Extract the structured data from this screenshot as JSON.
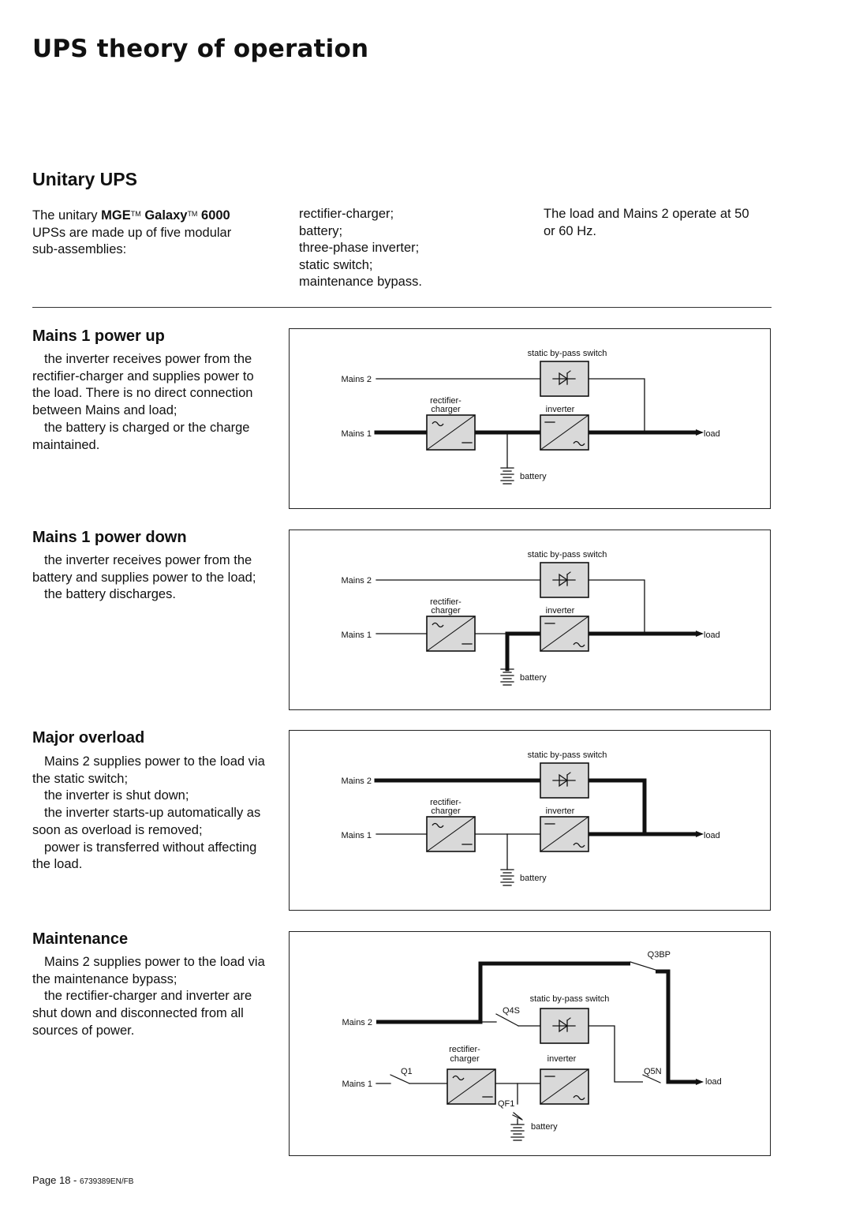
{
  "page_title": "UPS theory of operation",
  "section_title": "Unitary UPS",
  "intro": {
    "col1_pre": "The unitary ",
    "col1_brand1": "MGE",
    "col1_tm": "TM",
    "col1_brand2": "Galaxy",
    "col1_tm2": "TM",
    "col1_model": " 6000",
    "col1_line2": "UPSs are made up of five modular",
    "col1_line3": "sub-assemblies:",
    "col2_items": [
      "rectifier-charger;",
      "battery;",
      "three-phase inverter;",
      "static switch;",
      "maintenance bypass."
    ],
    "col3_line1": "The load and Mains 2 operate at 50",
    "col3_line2": "or 60 Hz."
  },
  "sections": [
    {
      "heading": "Mains 1 power up",
      "paragraphs": [
        "the inverter receives power from the rectifier-charger and supplies power to the load. There is no direct connection between Mains and load;",
        "the battery is charged or the charge maintained."
      ]
    },
    {
      "heading": "Mains 1  power down",
      "paragraphs": [
        "the inverter receives power from the battery and supplies power to the load;",
        "the battery discharges."
      ]
    },
    {
      "heading": "Major overload",
      "paragraphs": [
        "Mains 2 supplies power to the load via the static switch;",
        "the inverter is shut down;",
        "the inverter starts-up automatically as soon as overload is removed;",
        "power is transferred without affecting the load."
      ]
    },
    {
      "heading": "Maintenance",
      "paragraphs": [
        "Mains 2 supplies power to the load via the maintenance bypass;",
        "the rectifier-charger and inverter are shut down and disconnected from all sources of power."
      ]
    }
  ],
  "diagram_labels": {
    "static_switch": "static by-pass switch",
    "mains2": "Mains 2",
    "mains1": "Mains 1",
    "rectifier_line1": "rectifier-",
    "rectifier_line2": "charger",
    "inverter": "inverter",
    "load": "load",
    "battery": "battery",
    "q3bp": "Q3BP",
    "q4s": "Q4S",
    "q1": "Q1",
    "q5n": "Q5N",
    "qf1": "QF1"
  },
  "footer": {
    "page": "Page 18 - ",
    "code": "6739389EN/FB"
  }
}
